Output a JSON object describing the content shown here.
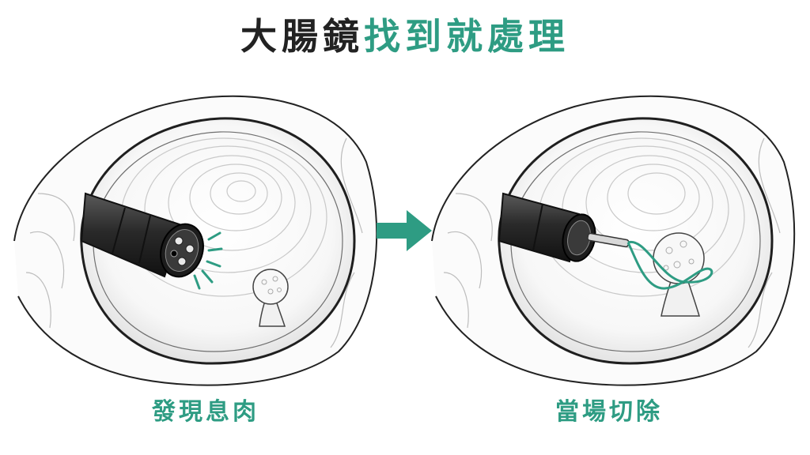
{
  "title": {
    "part_dark": "大腸鏡",
    "part_accent": "找到就處理"
  },
  "steps": [
    {
      "caption": "發現息肉"
    },
    {
      "caption": "當場切除"
    }
  ],
  "colors": {
    "title_dark": "#222222",
    "accent": "#2e9c83",
    "ink": "#1f1f1f",
    "scope_body": "#2a2a2a"
  },
  "icons": {
    "arrow": "right-arrow-icon"
  }
}
